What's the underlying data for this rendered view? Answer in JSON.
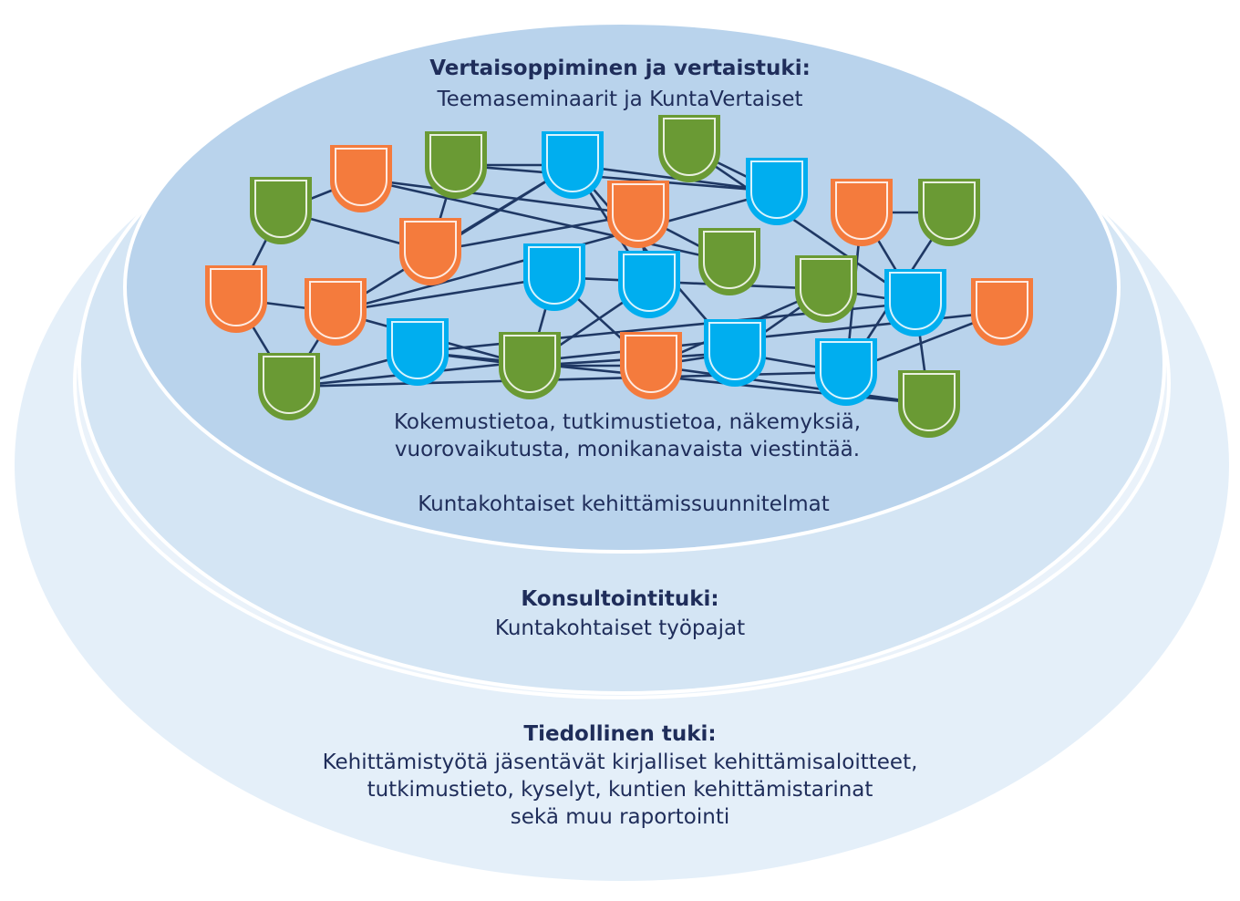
{
  "layers": {
    "peer": {
      "title": "Vertaisoppiminen ja vertaistuki:",
      "subtitle": "Teemaseminaarit ja KuntaVertaiset",
      "desc_line1": "Kokemustietoa, tutkimustietoa, näkemyksiä,",
      "desc_line2": "vuorovaikutusta, monikanavaista viestintää.",
      "plans": "Kuntakohtaiset kehittämissuunnitelmat"
    },
    "consulting": {
      "title": "Konsultointituki:",
      "subtitle": "Kuntakohtaiset työpajat"
    },
    "information": {
      "title": "Tiedollinen tuki:",
      "line1": "Kehittämistyötä jäsentävät kirjalliset kehittämisaloitteet,",
      "line2": "tutkimustieto, kyselyt, kuntien kehittämistarinat",
      "line3": "sekä muu raportointi"
    }
  },
  "colors": {
    "outer_layer": "#e4eff9",
    "middle_layer": "#d4e5f4",
    "inner_layer": "#b9d3ec",
    "text": "#1f2d5a",
    "edge": "#1f3864",
    "orange": "#f47b3d",
    "green": "#6a9a34",
    "blue": "#00aeef"
  },
  "network": {
    "node_icon": "shield-icon",
    "nodes": [
      {
        "id": "o1",
        "color": "orange"
      },
      {
        "id": "g1",
        "color": "green"
      },
      {
        "id": "b1",
        "color": "blue"
      },
      {
        "id": "g2",
        "color": "green"
      },
      {
        "id": "g3",
        "color": "green"
      },
      {
        "id": "b2",
        "color": "blue"
      },
      {
        "id": "o2",
        "color": "orange"
      },
      {
        "id": "o3",
        "color": "orange"
      },
      {
        "id": "g4",
        "color": "green"
      },
      {
        "id": "b3",
        "color": "blue"
      },
      {
        "id": "o4",
        "color": "orange"
      },
      {
        "id": "b4",
        "color": "blue"
      },
      {
        "id": "g5",
        "color": "green"
      },
      {
        "id": "g6",
        "color": "green"
      },
      {
        "id": "o5",
        "color": "orange"
      },
      {
        "id": "b5",
        "color": "blue"
      },
      {
        "id": "b6",
        "color": "blue"
      },
      {
        "id": "o6",
        "color": "orange"
      },
      {
        "id": "g7",
        "color": "green"
      },
      {
        "id": "o7",
        "color": "orange"
      },
      {
        "id": "b7",
        "color": "blue"
      },
      {
        "id": "g8",
        "color": "green"
      },
      {
        "id": "o8",
        "color": "orange"
      },
      {
        "id": "b8",
        "color": "blue"
      },
      {
        "id": "g9",
        "color": "green"
      }
    ],
    "edges": [
      [
        "g3",
        "o2"
      ],
      [
        "o2",
        "g2"
      ],
      [
        "g2",
        "b2"
      ],
      [
        "b2",
        "g1"
      ],
      [
        "g1",
        "b3"
      ],
      [
        "b3",
        "o3"
      ],
      [
        "o3",
        "g4"
      ],
      [
        "g3",
        "o1"
      ],
      [
        "o2",
        "b1"
      ],
      [
        "o2",
        "o4"
      ],
      [
        "g2",
        "b1"
      ],
      [
        "o1",
        "o4"
      ],
      [
        "o1",
        "g5"
      ],
      [
        "o4",
        "g5"
      ],
      [
        "b1",
        "b4"
      ],
      [
        "b1",
        "b7"
      ],
      [
        "b1",
        "o5"
      ],
      [
        "b2",
        "b1"
      ],
      [
        "b2",
        "o5"
      ],
      [
        "o5",
        "b5"
      ],
      [
        "o5",
        "g7"
      ],
      [
        "b5",
        "g7"
      ],
      [
        "b5",
        "g6"
      ],
      [
        "b5",
        "o7"
      ],
      [
        "b3",
        "g6"
      ],
      [
        "g6",
        "o7"
      ],
      [
        "o7",
        "g8"
      ],
      [
        "g8",
        "b8"
      ],
      [
        "g8",
        "o7"
      ],
      [
        "b3",
        "g8"
      ],
      [
        "b3",
        "b8"
      ],
      [
        "o3",
        "b6"
      ],
      [
        "g4",
        "b6"
      ],
      [
        "b6",
        "o6"
      ],
      [
        "b6",
        "g9"
      ],
      [
        "o6",
        "g9"
      ],
      [
        "b8",
        "g9"
      ],
      [
        "g5",
        "o4"
      ],
      [
        "b4",
        "g7"
      ],
      [
        "o4",
        "b4"
      ],
      [
        "b7",
        "g7"
      ]
    ]
  }
}
